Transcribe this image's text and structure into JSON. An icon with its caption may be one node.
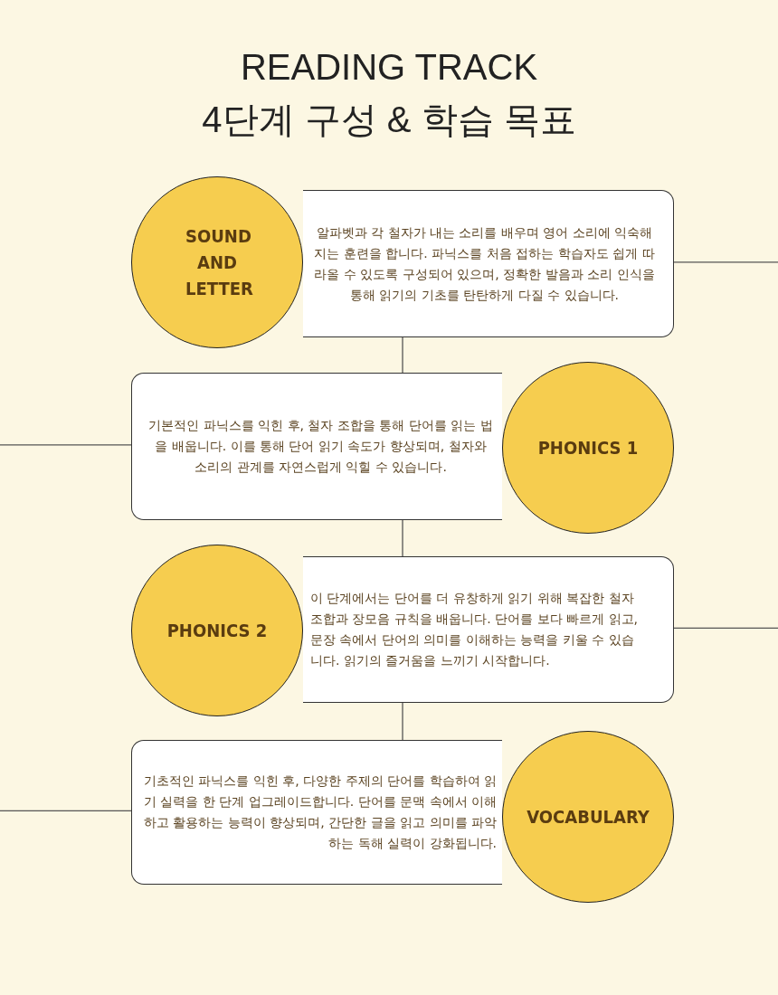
{
  "diagram": {
    "title": "READING TRACK 4단계 구성 & 학습 목표",
    "nodes": [
      {
        "text": [
          "SOUND AND LETTER"
        ]
      },
      {
        "text": [
          "알파벳과 각 철자가 내는 소리를 배우며 영어 소리에 익숙해지는 훈련을 합니다. 파닉스를 처음 접하는 학습자도 쉽게 따라올 수 있도록 구성되어 있으며, 정확한 발음과 소리 인식을 통해 읽기의 기초를 탄탄하게 다질 수 있습니다."
        ]
      },
      {
        "text": [
          "기본적인 파닉스를 익힌 후, 철자 조합을 통해 단어를 읽는 법을 배웁니다. 이를 통해 단어 읽기 속도가 향상되며, 철자와 소리의 관계를 자연스럽게 익힐 수 있습니다."
        ]
      },
      {
        "text": [
          "PHONICS 1"
        ]
      },
      {
        "text": [
          "PHONICS 2"
        ]
      },
      {
        "text": [
          "이 단계에서는 단어를 더 유창하게 읽기 위해 복잡한 철자 조합과 장모음 규칙을 배웁니다. 단어를 보다 빠르게 읽고, 문장 속에서 단어의 의미를 이해하는 능력을 키울 수 있습니다. 읽기의 즐거움을 느끼기 시작합니다."
        ]
      },
      {
        "text": [
          "기초적인 파닉스를 익힌 후, 다양한 주제의 단어를 학습하여 읽기 실력을 한 단계 업그레이드합니다. 단어를 문맥 속에서 이해하고 활용하는 능력이 향상되며, 간단한 글을 읽고 의미를 파악하는 독해 실력이 강화됩니다."
        ]
      },
      {
        "text": [
          "VOCABULARY"
        ]
      }
    ],
    "edges": [
      {
        "from": 1,
        "to": 2,
        "arrow": "none"
      },
      {
        "from": 2,
        "to": 5,
        "arrow": "none"
      },
      {
        "from": 5,
        "to": 6,
        "arrow": "none"
      },
      {
        "from": 1,
        "to": null,
        "arrow": "none"
      },
      {
        "from": 2,
        "to": null,
        "arrow": "none"
      },
      {
        "from": 5,
        "to": null,
        "arrow": "none"
      },
      {
        "from": 6,
        "to": null,
        "arrow": "none"
      }
    ]
  }
}
